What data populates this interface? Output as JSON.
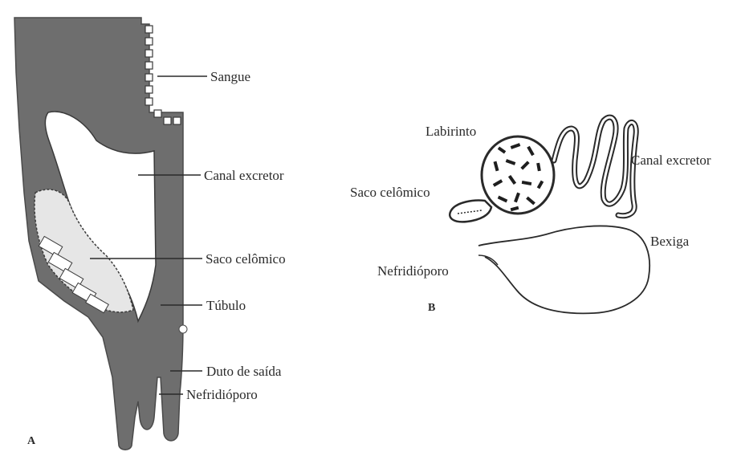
{
  "figure": {
    "panel_a": {
      "letter": "A",
      "labels": {
        "sangue": "Sangue",
        "canal_excretor": "Canal excretor",
        "saco_celomico": "Saco celômico",
        "tubulo": "Túbulo",
        "duto_de_saida": "Duto de saída",
        "nefridioporo": "Nefridióporo"
      }
    },
    "panel_b": {
      "letter": "B",
      "labels": {
        "labirinto": "Labirinto",
        "canal_excretor": "Canal excretor",
        "saco_celomico": "Saco celômico",
        "bexiga": "Bexiga",
        "nefridioporo": "Nefridióporo"
      }
    },
    "colors": {
      "tissue": "#6e6e6e",
      "ink": "#2a2a2a",
      "background": "#ffffff"
    }
  }
}
